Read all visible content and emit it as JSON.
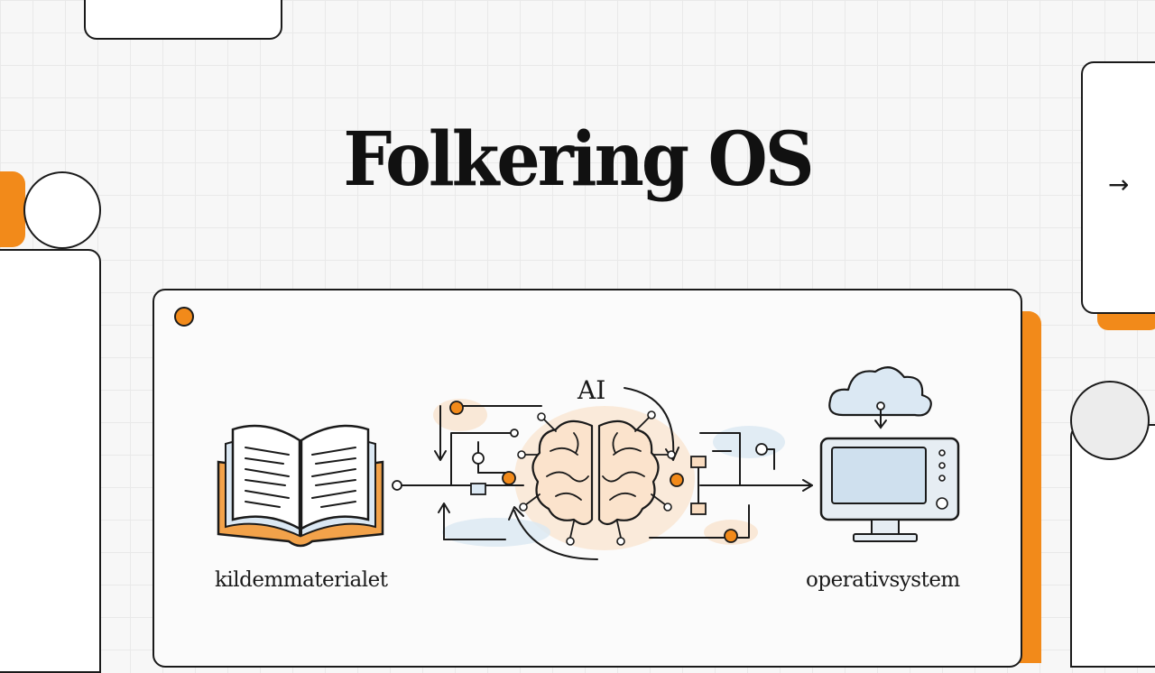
{
  "title": "Folkering OS",
  "diagram": {
    "source_label": "kildemmaterialet",
    "ai_label": "AI",
    "target_label": "operativsystem"
  },
  "nav": {
    "next_arrow": "→"
  },
  "colors": {
    "accent": "#f28a1a",
    "ink": "#1a1a1a",
    "soft_blue": "#dbe8f3"
  }
}
